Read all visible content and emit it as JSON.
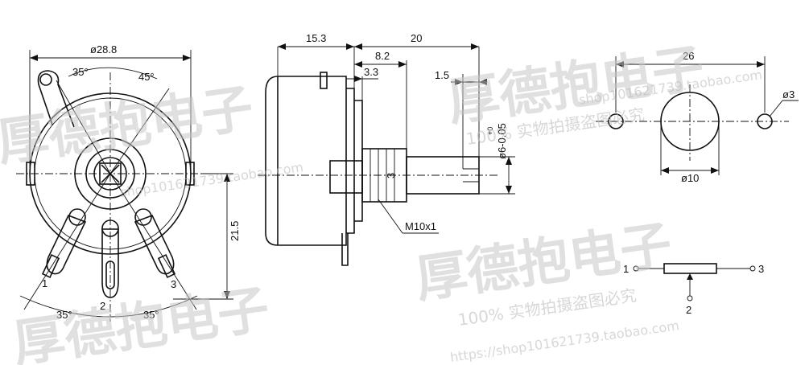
{
  "front_view": {
    "diameter": "ø28.8",
    "angle_top_left": "35°",
    "angle_top_right": "45°",
    "height": "21.5",
    "angle_bottom_left": "35°",
    "angle_bottom_right": "35°",
    "pin_1": "1",
    "pin_2": "2",
    "pin_3": "3"
  },
  "side_view": {
    "body_length": "15.3",
    "shaft_length": "20",
    "bushing_length": "8.2",
    "dim_3_3": "3.3",
    "dim_1_5": "1.5",
    "slot_depth": "3",
    "shaft_diameter": "ø6-0.05",
    "shaft_tol": "+0",
    "thread": "M10x1"
  },
  "panel_cutout": {
    "width": "26",
    "hole_diameter": "ø10",
    "small_hole": "ø3"
  },
  "schematic": {
    "pin_1": "1",
    "pin_2": "2",
    "pin_3": "3"
  },
  "watermark": {
    "brand": "厚德抱电子",
    "line": "100% 实物拍摄盗图必究",
    "shop": "shop101621739.taobao.com",
    "shop_short": "https://shop101621739.taobao.com"
  }
}
